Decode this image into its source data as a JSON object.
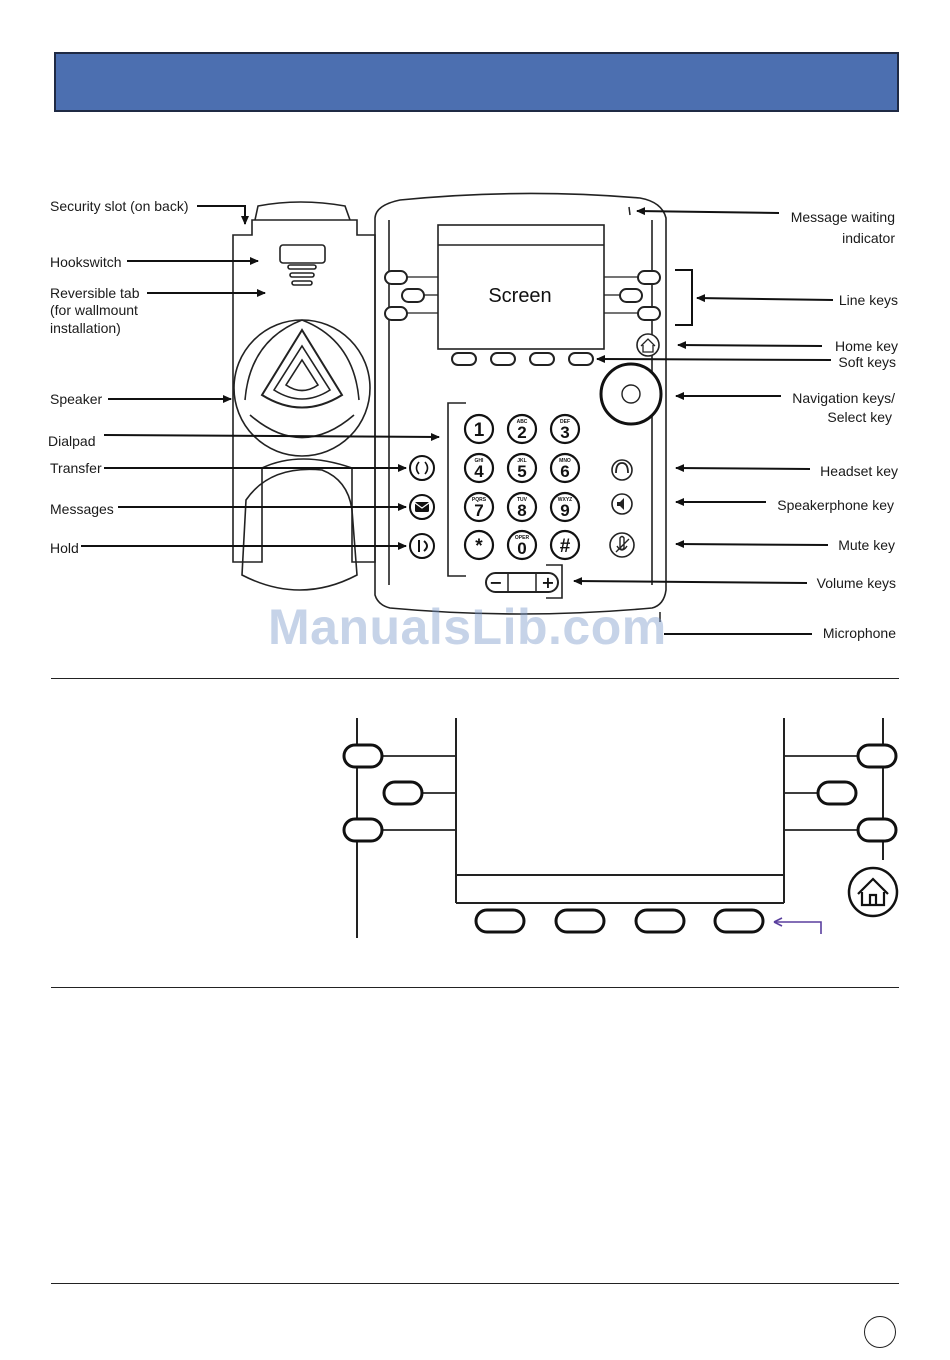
{
  "header": {
    "band_color": "#4c6fb0"
  },
  "phone": {
    "screen_label": "Screen",
    "dialpad_keys": [
      {
        "digit": "1",
        "letters": ""
      },
      {
        "digit": "2",
        "letters": "ABC"
      },
      {
        "digit": "3",
        "letters": "DEF"
      },
      {
        "digit": "4",
        "letters": "GHI"
      },
      {
        "digit": "5",
        "letters": "JKL"
      },
      {
        "digit": "6",
        "letters": "MNO"
      },
      {
        "digit": "7",
        "letters": "PQRS"
      },
      {
        "digit": "8",
        "letters": "TUV"
      },
      {
        "digit": "9",
        "letters": "WXYZ"
      },
      {
        "digit": "*",
        "letters": ""
      },
      {
        "digit": "0",
        "letters": "OPER"
      },
      {
        "digit": "#",
        "letters": ""
      }
    ],
    "volume_minus": "−",
    "volume_plus": "+"
  },
  "callouts": {
    "security_slot": "Security slot (on back)",
    "hookswitch": "Hookswitch",
    "reversible_tab": [
      "Reversible tab",
      "(for wallmount",
      "installation)"
    ],
    "speaker": "Speaker",
    "dialpad": "Dialpad",
    "transfer": "Transfer",
    "messages": "Messages",
    "hold": "Hold",
    "message_waiting": [
      "Message waiting",
      "indicator"
    ],
    "line_keys": "Line keys",
    "home_key": "Home key",
    "soft_keys": "Soft keys",
    "navigation_keys": [
      "Navigation keys/",
      "Select key"
    ],
    "headset_key": "Headset key",
    "speakerphone_key": "Speakerphone key",
    "mute_key": "Mute key",
    "volume_keys": "Volume keys",
    "microphone": "Microphone"
  },
  "watermark": "ManualsLib.com",
  "colors": {
    "accent_arrow": "#5a3f9e"
  }
}
